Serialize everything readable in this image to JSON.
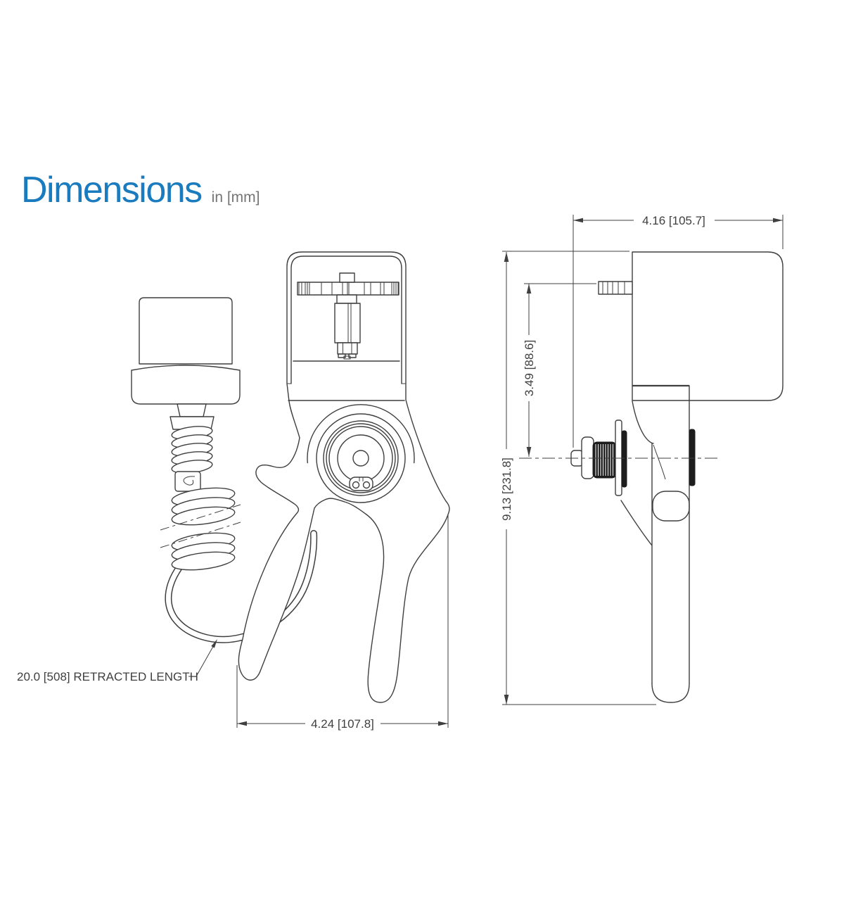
{
  "page": {
    "title": "Dimensions",
    "unit_note": "in [mm]"
  },
  "colors": {
    "title_blue": "#1a7bbe",
    "note_gray": "#757575",
    "line_gray": "#3f3f3f"
  },
  "front_view": {
    "width_dim": "4.24 [107.8]",
    "cable_label": "20.0 [508] RETRACTED LENGTH"
  },
  "side_view": {
    "width_dim": "4.16 [105.7]",
    "upper_height_dim": "3.49 [88.6]",
    "overall_height_dim": "9.13 [231.8]"
  }
}
